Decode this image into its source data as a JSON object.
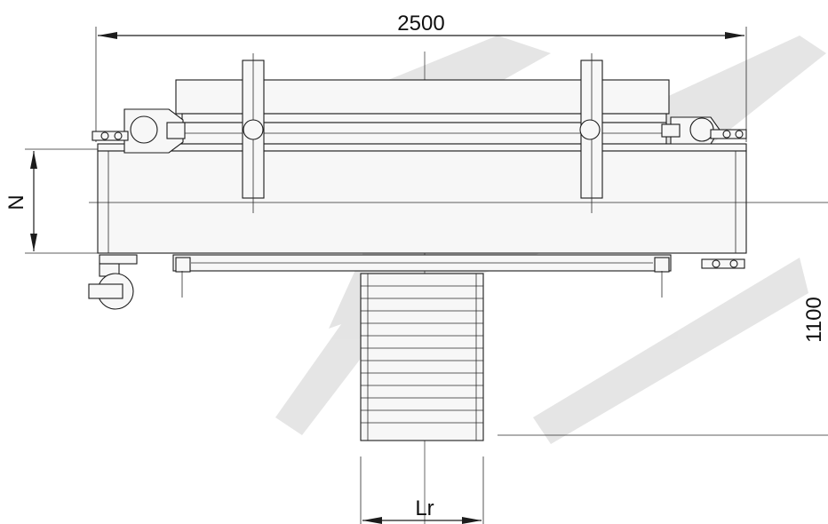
{
  "dimensions": {
    "overall_width": "2500",
    "height": "1100",
    "n_label": "N",
    "lr_label": "Lr"
  },
  "colors": {
    "line": "#1c1c1c",
    "watermark": "#d6d6d6",
    "background": "#ffffff"
  }
}
